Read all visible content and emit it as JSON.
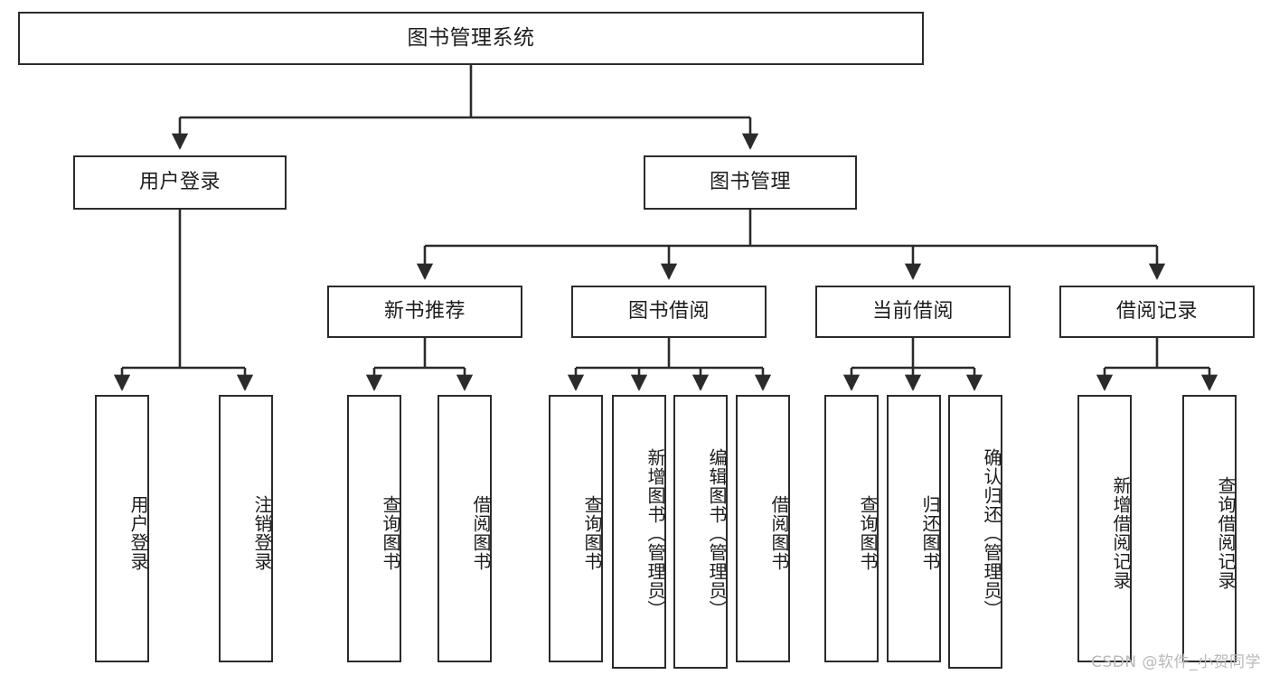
{
  "diagram": {
    "title": "图书管理系统",
    "type": "tree-hierarchy-diagram",
    "watermark": "CSDN @软件_小贺同学",
    "colors": {
      "box_border": "#2b2b2b",
      "box_fill": "#ffffff",
      "connector": "#2b2b2b",
      "text": "#1d1d1d",
      "watermark": "#b9b9b9"
    },
    "root": {
      "label": "图书管理系统"
    },
    "level2": [
      {
        "label": "用户登录"
      },
      {
        "label": "图书管理"
      }
    ],
    "level3": [
      {
        "label": "新书推荐"
      },
      {
        "label": "图书借阅"
      },
      {
        "label": "当前借阅"
      },
      {
        "label": "借阅记录"
      }
    ],
    "leaves": {
      "user_login": [
        {
          "label": "用户登录"
        },
        {
          "label": "注销登录"
        }
      ],
      "new_book_recommend": [
        {
          "label": "查询图书"
        },
        {
          "label": "借阅图书"
        }
      ],
      "book_borrow": [
        {
          "label": "查询图书"
        },
        {
          "label": "新增图书（管理员）"
        },
        {
          "label": "编辑图书（管理员）"
        },
        {
          "label": "借阅图书"
        }
      ],
      "current_borrow": [
        {
          "label": "查询图书"
        },
        {
          "label": "归还图书"
        },
        {
          "label": "确认归还（管理员）"
        }
      ],
      "borrow_record": [
        {
          "label": "新增借阅记录"
        },
        {
          "label": "查询借阅记录"
        }
      ]
    }
  }
}
